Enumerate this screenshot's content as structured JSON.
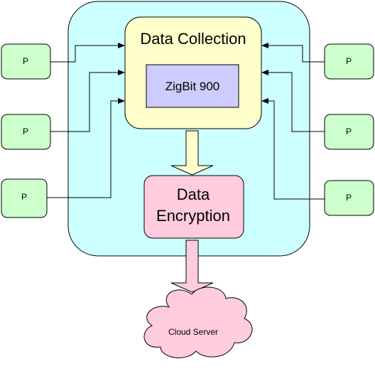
{
  "colors": {
    "container_fill": "#ccffff",
    "collection_fill": "#ffffcc",
    "zigbit_fill": "#ccccff",
    "encryption_fill": "#ffccdd",
    "sensor_fill": "#ccffcc",
    "arrow_down_fill": "#ffffcc",
    "arrow_down2_fill": "#ffccdd",
    "cloud_fill": "#ffccdd",
    "stroke": "#000000"
  },
  "nodes": {
    "data_collection": "Data Collection",
    "zigbit": "ZigBit 900",
    "encryption_line1": "Data",
    "encryption_line2": "Encryption",
    "cloud": "Cloud Server"
  },
  "sensors": {
    "left": [
      "P",
      "P",
      "P"
    ],
    "right": [
      "P",
      "P",
      "P"
    ]
  }
}
